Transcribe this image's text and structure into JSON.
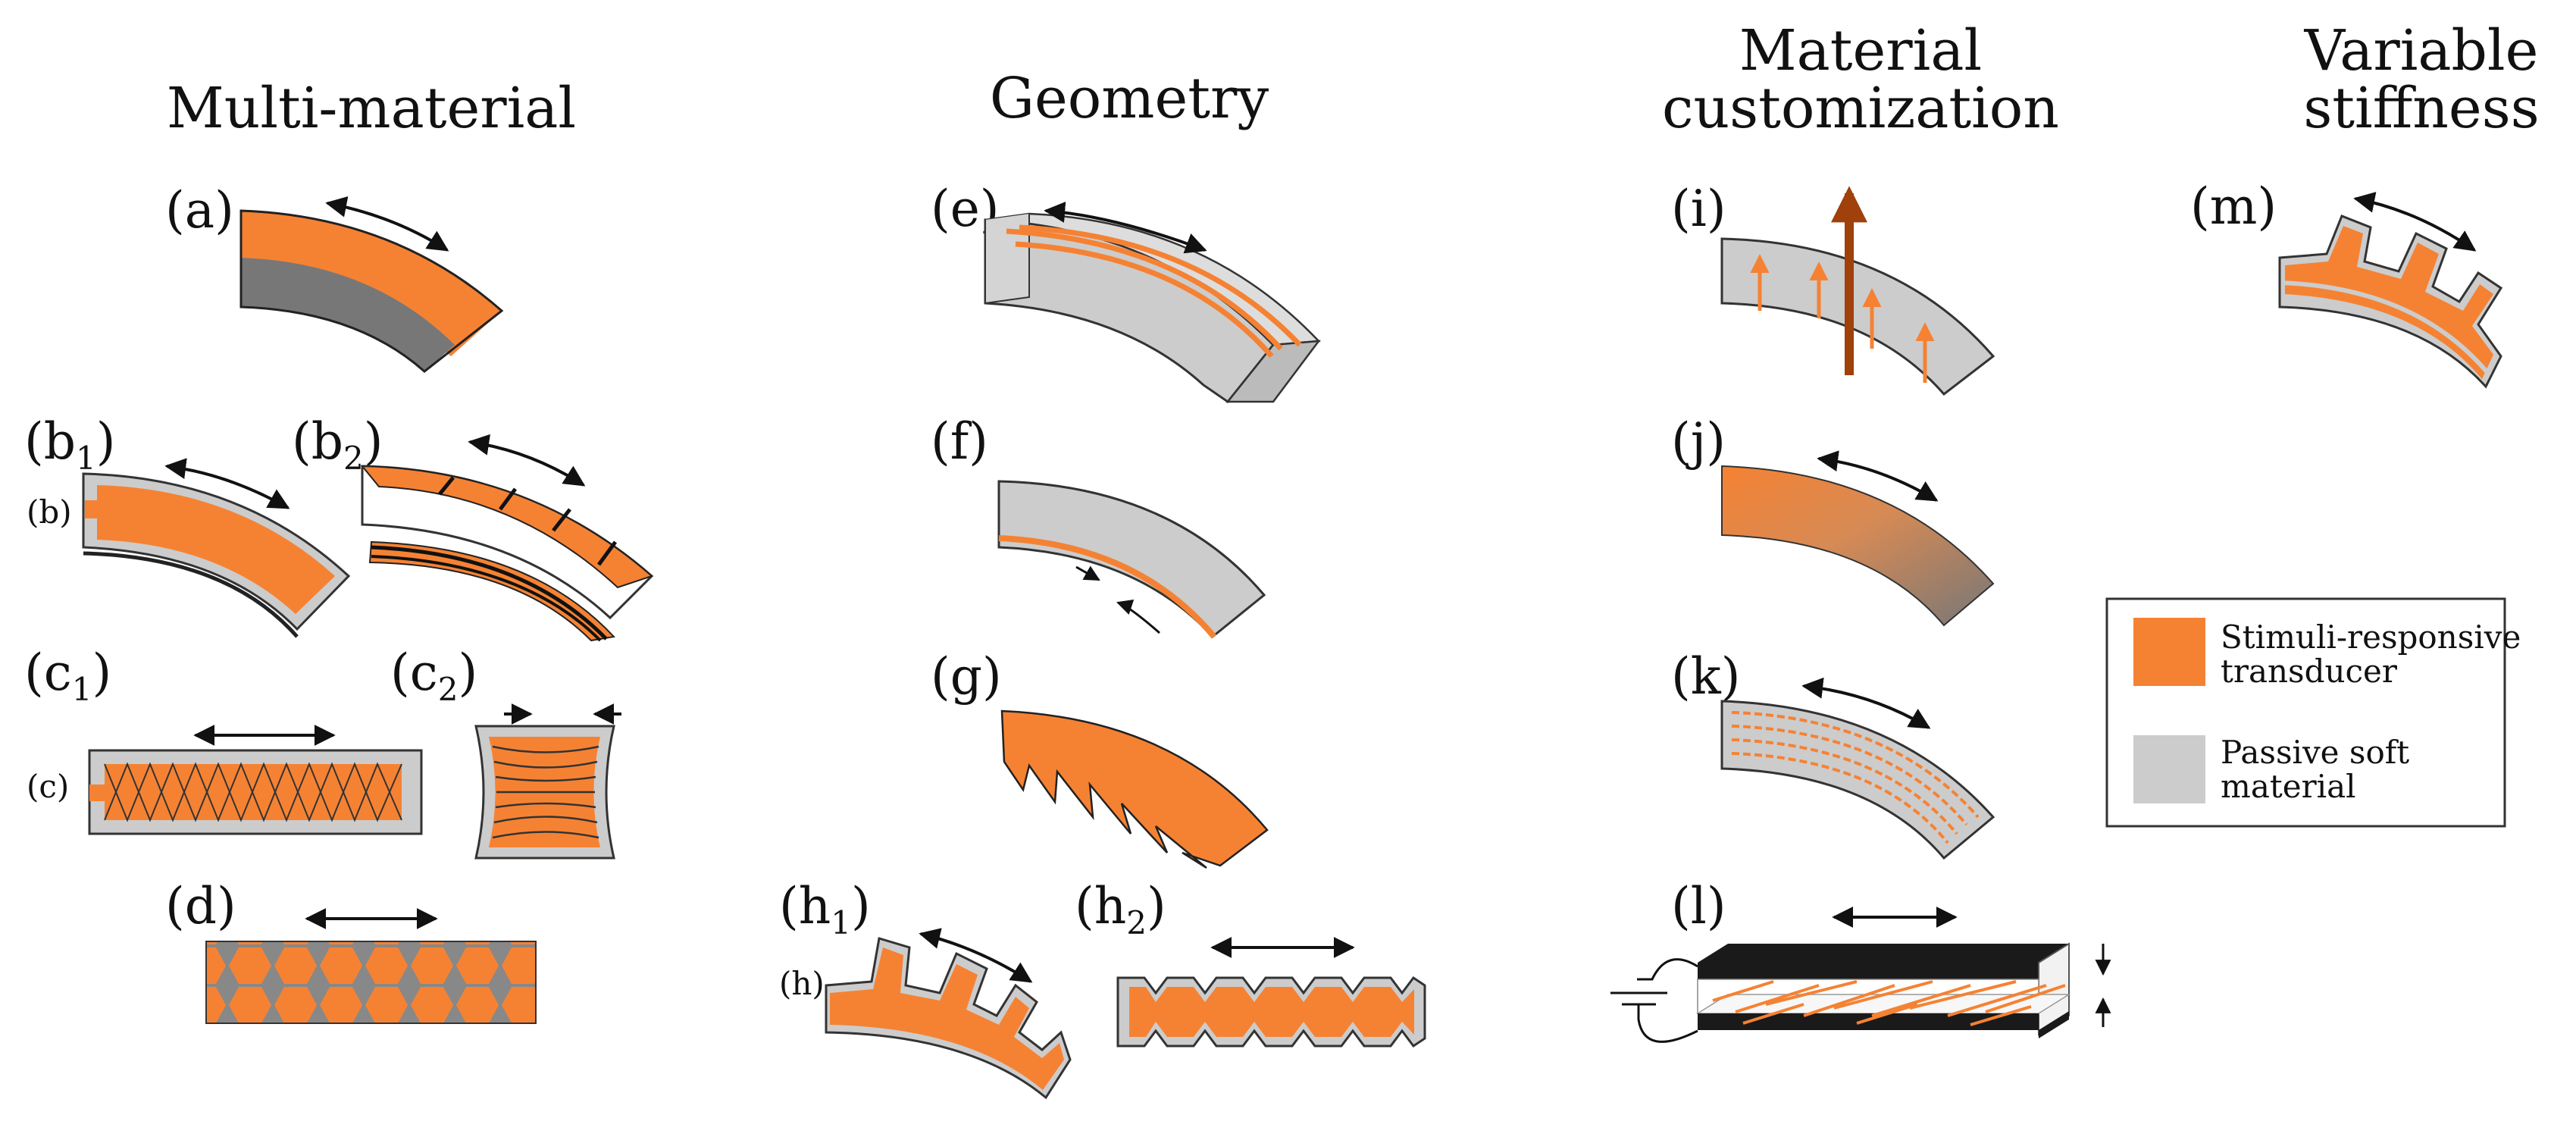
{
  "titles": {
    "multi_material": "Multi-material",
    "geometry": "Geometry",
    "material_line1": "Material",
    "material_line2": "customization",
    "variable_line1": "Variable",
    "variable_line2": "stiffness"
  },
  "labels": {
    "a": "(a)",
    "b1": "(b",
    "b2": "(b",
    "b_inner": "(b)",
    "c1": "(c",
    "c2": "(c",
    "c_inner": "(c)",
    "d": "(d)",
    "e": "(e)",
    "f": "(f)",
    "g": "(g)",
    "h1": "(h",
    "h2": "(h",
    "h_inner": "(h)",
    "i": "(i)",
    "j": "(j)",
    "k": "(k)",
    "l": "(l)",
    "m": "(m)",
    "sub1": "1",
    "sub2": "2",
    "close": ")"
  },
  "legend": {
    "item1_line1": "Stimuli-responsive",
    "item1_line2": "transducer",
    "item2_line1": "Passive soft",
    "item2_line2": "material"
  },
  "colors": {
    "transducer": "#f58233",
    "passive": "#cccccc",
    "dark_gray": "#7a7a7a",
    "arrow_brown": "#a0400a",
    "black": "#111111"
  }
}
